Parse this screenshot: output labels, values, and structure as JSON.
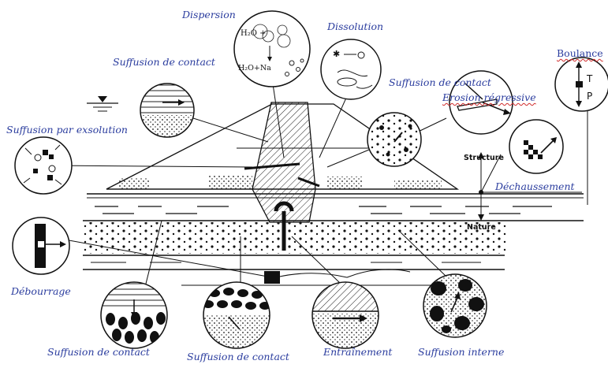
{
  "labels": {
    "dispersion": "Dispersion",
    "dissolution": "Dissolution",
    "suffusion_contact_top_left": "Suffusion de contact",
    "suffusion_contact_top_right": "Suffusion de contact",
    "erosion_regressive": "Erosion régressive",
    "boulance": "Boulance",
    "suffusion_exsolution": "Suffusion par exsolution",
    "dechaussement": "Déchaussement",
    "debourrage": "Débourrage",
    "suffusion_contact_bottom_1": "Suffusion de contact",
    "suffusion_contact_bottom_2": "Suffusion de contact",
    "entrainement": "Entraînement",
    "suffusion_interne": "Suffusion interne",
    "structure": "Structure",
    "nature": "Nature",
    "boulance_top": "T",
    "boulance_bottom": "P",
    "chem_top": "H₂O +",
    "chem_bottom": "H₂O+Na"
  },
  "colors": {
    "label_blue": "#2a3c9e",
    "ink": "#111111",
    "spell_underline": "#d02a2a"
  }
}
